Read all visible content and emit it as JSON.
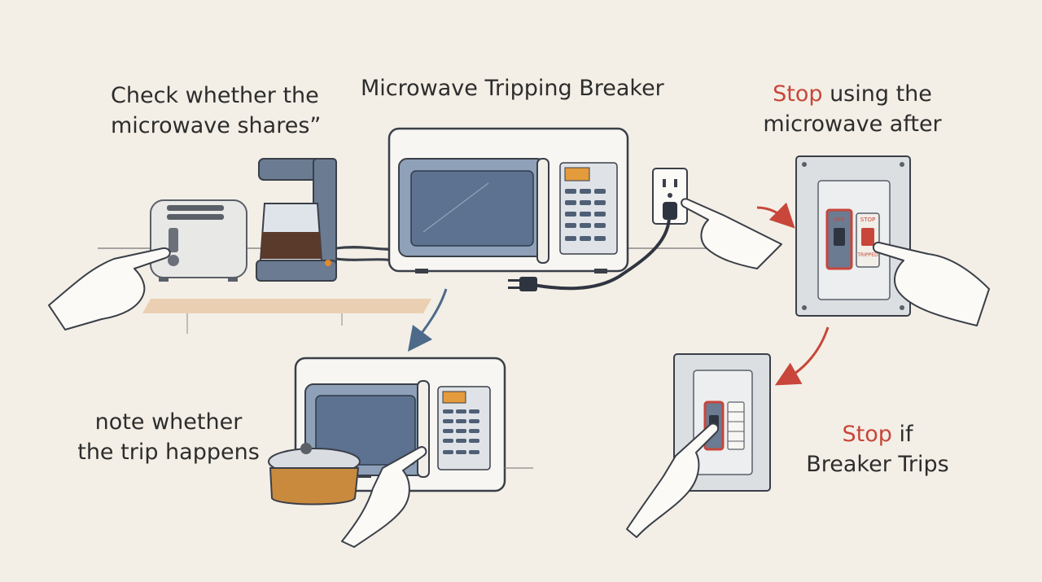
{
  "title": "Microwave Tripping Breaker",
  "captions": {
    "check_line1": "Check whether the",
    "check_line2": "microwave shares”",
    "stop_after_red": "Stop",
    "stop_after_rest": " using the",
    "stop_after_line2": "microwave after",
    "note_line1": "note whether",
    "note_line2": "the trip happens",
    "stop_if_red": "Stop",
    "stop_if_rest": " if",
    "stop_if_line2": "Breaker Trips"
  },
  "breaker_labels": {
    "off": "OFF",
    "stop": "STOP",
    "tripped": "TRIPPED"
  },
  "colors": {
    "accent_red": "#c8463a",
    "arrow_blue": "#4d6a8a",
    "ink": "#3a3f48",
    "appliance": "#f7f6f2",
    "screen": "#5d7290",
    "counter": "#e9c9a8",
    "pot": "#c98a3e"
  },
  "icons": [
    "toaster-icon",
    "coffee-maker-icon",
    "microwave-icon",
    "wall-outlet-icon",
    "power-plug-icon",
    "breaker-panel-icon",
    "pointing-hand-icon",
    "cooking-pot-icon"
  ]
}
